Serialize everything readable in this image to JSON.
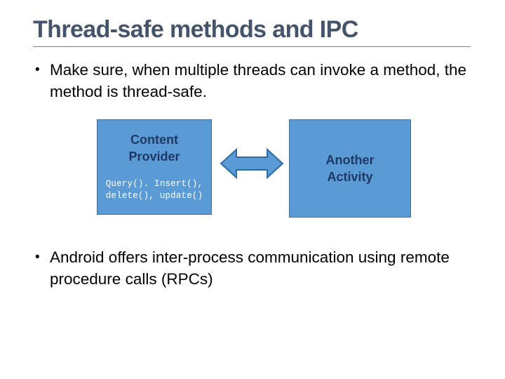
{
  "slide": {
    "title": "Thread-safe methods and IPC",
    "title_color": "#44546A",
    "rule_color": "#7F7F7F",
    "background": "#FFFFFF"
  },
  "bullets": [
    {
      "marker": "•",
      "text": "Make sure, when multiple threads can invoke a method, the method is thread-safe."
    },
    {
      "marker": "•",
      "text": "Android offers inter-process communication using remote procedure calls (RPCs)"
    }
  ],
  "diagram": {
    "box_fill": "#5B9BD5",
    "box_border": "#41719C",
    "heading_color": "#1F3864",
    "code_color": "#FFFFFF",
    "arrow_fill": "#5B9BD5",
    "arrow_stroke": "#2E6DA4",
    "left_box": {
      "heading_line1": "Content",
      "heading_line2": "Provider",
      "code_line1": "Query(). Insert(),",
      "code_line2": "delete(), update()"
    },
    "connector": {
      "icon": "double-arrow-icon",
      "direction": "bidirectional"
    },
    "right_box": {
      "heading_line1": "Another",
      "heading_line2": "Activity"
    }
  }
}
